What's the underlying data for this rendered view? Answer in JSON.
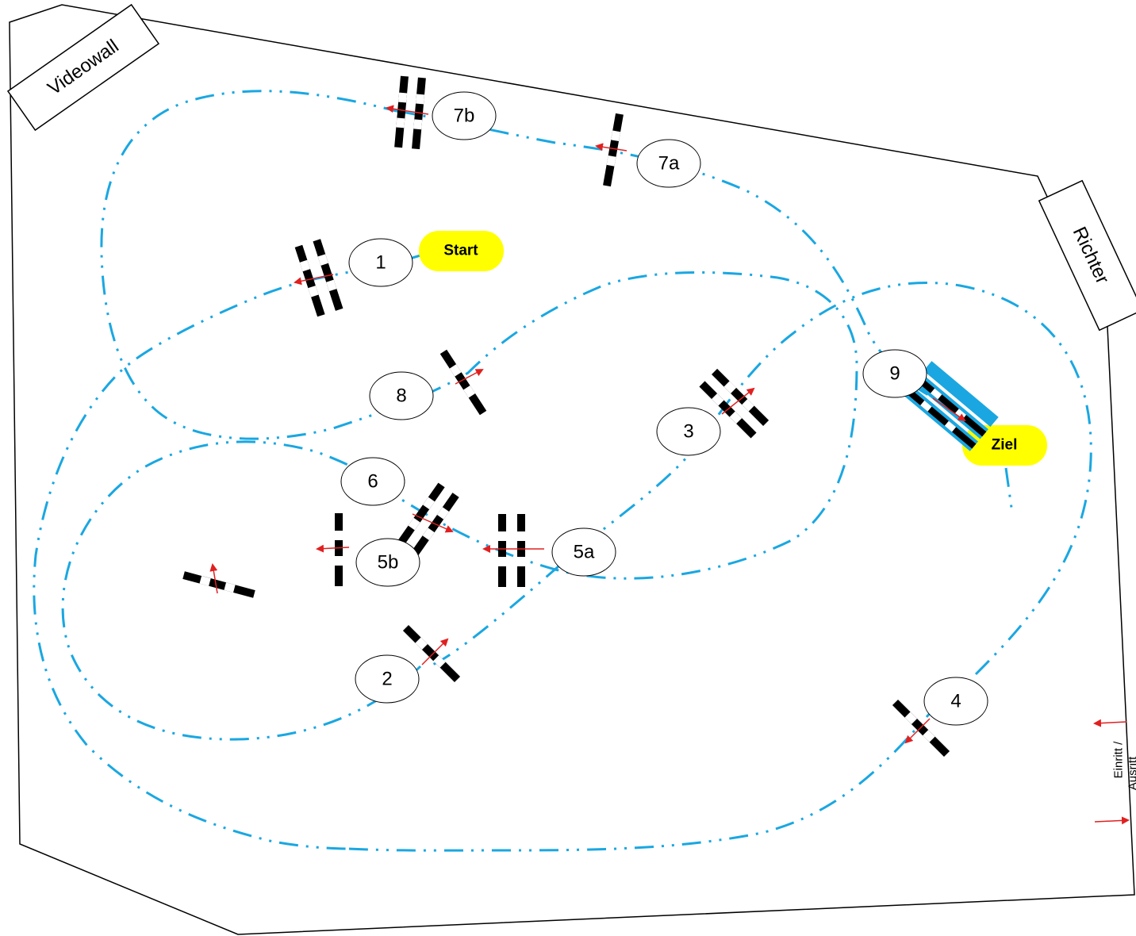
{
  "areas": {
    "videowall": "Videowall",
    "richter": "Richter"
  },
  "entrance": {
    "line1": "Einritt /",
    "line2": "Ausritt"
  },
  "start": "Start",
  "finish": "Ziel",
  "obstacles": [
    "1",
    "2",
    "3",
    "4",
    "5a",
    "5b",
    "6",
    "7a",
    "7b",
    "8",
    "9"
  ],
  "colors": {
    "track": "#1aa7e1",
    "arrow": "#e02020",
    "pill": "#ffff00",
    "pole": "#000000",
    "finish_accent": "#1aa7e1"
  }
}
